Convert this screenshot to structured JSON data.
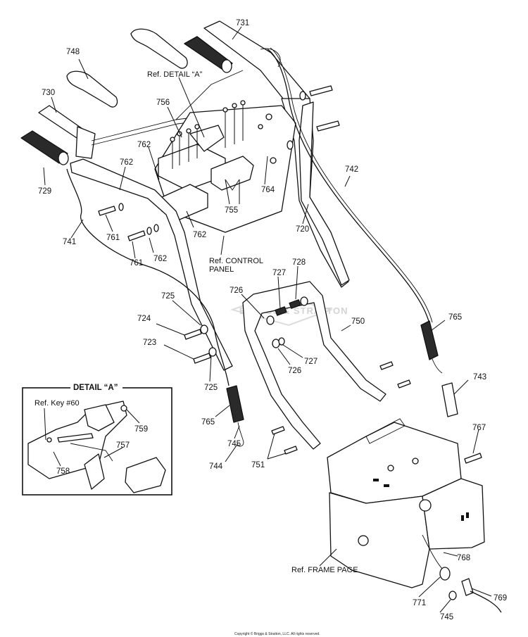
{
  "callouts": {
    "c731": "731",
    "c748": "748",
    "c730": "730",
    "c729": "729",
    "c756": "756",
    "c762a": "762",
    "c762b": "762",
    "c762c": "762",
    "c762d": "762",
    "c741": "741",
    "c761a": "761",
    "c761b": "761",
    "c764": "764",
    "c755": "755",
    "c742": "742",
    "c720": "720",
    "c727a": "727",
    "c728": "728",
    "c726a": "726",
    "c725a": "725",
    "c724": "724",
    "c723": "723",
    "c725b": "725",
    "c750": "750",
    "c727b": "727",
    "c726b": "726",
    "c765a": "765",
    "c765b": "765",
    "c743": "743",
    "c745a": "745",
    "c744": "744",
    "c751": "751",
    "c767": "767",
    "c768": "768",
    "c771": "771",
    "c769": "769",
    "c745b": "745",
    "c759": "759",
    "c757": "757",
    "c758": "758"
  },
  "references": {
    "detail_a": "Ref. DETAIL “A”",
    "control_panel_line1": "Ref. CONTROL",
    "control_panel_line2": "PANEL",
    "frame_page": "Ref. FRAME PAGE",
    "key60": "Ref. Key #60"
  },
  "detail_box": {
    "title": "DETAIL “A”"
  },
  "watermark": "BRIGGS & STRATTON",
  "copyright": "Copyright © Briggs & Stratton, LLC. All rights reserved."
}
